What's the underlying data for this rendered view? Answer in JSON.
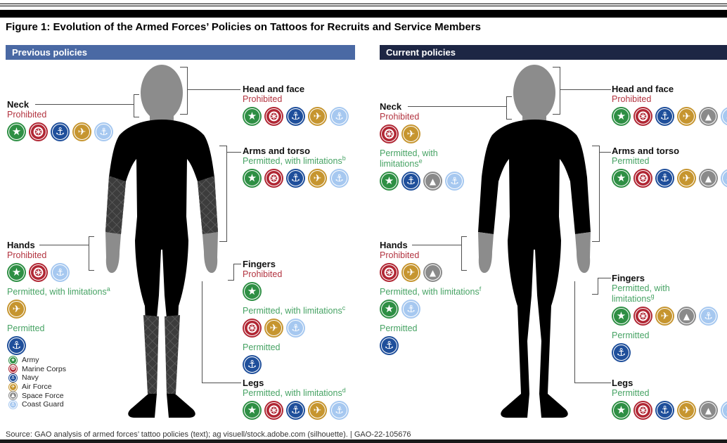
{
  "title": "Figure 1: Evolution of the Armed Forces’ Policies on Tattoos for Recruits and Service Members",
  "source": "Source: GAO analysis of armed forces’ tattoo policies (text); ag visuell/stock.adobe.com (silhouette).  |  GAO-22-105676",
  "colors": {
    "red": "#b2333f",
    "green": "#47a364",
    "line": "#4f4f4f",
    "body_black": "#000000",
    "body_gray": "#8c8c8c"
  },
  "branches": {
    "army": {
      "label": "Army",
      "icon": "star-in-circle",
      "glyph": "★",
      "color": "#2e8f44"
    },
    "marine_corps": {
      "label": "Marine Corps",
      "icon": "eagle-globe-anchor",
      "glyph": "⊛",
      "color": "#b02633"
    },
    "navy": {
      "label": "Navy",
      "icon": "anchor",
      "glyph": "⚓",
      "color": "#1f4f9b"
    },
    "air_force": {
      "label": "Air Force",
      "icon": "airplane",
      "glyph": "✈",
      "color": "#c6952f"
    },
    "space_force": {
      "label": "Space Force",
      "icon": "delta",
      "glyph": "▲",
      "color": "#8a8a8a"
    },
    "coast_guard": {
      "label": "Coast Guard",
      "icon": "crossed-anchors",
      "glyph": "⚓",
      "color": "#a6c8f0"
    }
  },
  "legend_order": [
    "army",
    "marine_corps",
    "navy",
    "air_force",
    "space_force",
    "coast_guard"
  ],
  "panels": [
    {
      "id": "previous",
      "header": "Previous policies",
      "header_color": "#4a69a4",
      "sections": [
        {
          "label": "Neck",
          "entries": [
            {
              "status": "Prohibited",
              "tone": "red",
              "branches": [
                "army",
                "marine_corps",
                "navy",
                "air_force",
                "coast_guard"
              ]
            }
          ]
        },
        {
          "label": "Head and face",
          "entries": [
            {
              "status": "Prohibited",
              "tone": "red",
              "branches": [
                "army",
                "marine_corps",
                "navy",
                "air_force",
                "coast_guard"
              ]
            }
          ]
        },
        {
          "label": "Arms and torso",
          "entries": [
            {
              "status": "Permitted, with limitations",
              "sup": "b",
              "tone": "green",
              "branches": [
                "army",
                "marine_corps",
                "navy",
                "air_force",
                "coast_guard"
              ]
            }
          ]
        },
        {
          "label": "Hands",
          "entries": [
            {
              "status": "Prohibited",
              "tone": "red",
              "branches": [
                "army",
                "marine_corps",
                "coast_guard"
              ]
            },
            {
              "status": "Permitted, with limitations",
              "sup": "a",
              "tone": "green",
              "branches": [
                "air_force"
              ]
            },
            {
              "status": "Permitted",
              "tone": "green",
              "branches": [
                "navy"
              ]
            }
          ]
        },
        {
          "label": "Fingers",
          "entries": [
            {
              "status": "Prohibited",
              "tone": "red",
              "branches": [
                "army"
              ]
            },
            {
              "status": "Permitted, with limitations",
              "sup": "c",
              "tone": "green",
              "branches": [
                "marine_corps",
                "air_force",
                "coast_guard"
              ]
            },
            {
              "status": "Permitted",
              "tone": "green",
              "branches": [
                "navy"
              ]
            }
          ]
        },
        {
          "label": "Legs",
          "entries": [
            {
              "status": "Permitted, with limitations",
              "sup": "d",
              "tone": "green",
              "branches": [
                "army",
                "marine_corps",
                "navy",
                "air_force",
                "coast_guard"
              ]
            }
          ]
        }
      ]
    },
    {
      "id": "current",
      "header": "Current policies",
      "header_color": "#1d2644",
      "sections": [
        {
          "label": "Neck",
          "entries": [
            {
              "status": "Prohibited",
              "tone": "red",
              "branches": [
                "marine_corps",
                "air_force"
              ]
            },
            {
              "status": "Permitted, with limitations",
              "sup": "e",
              "tone": "green",
              "branches": [
                "army",
                "navy",
                "space_force",
                "coast_guard"
              ]
            }
          ]
        },
        {
          "label": "Head and face",
          "entries": [
            {
              "status": "Prohibited",
              "tone": "red",
              "branches": [
                "army",
                "marine_corps",
                "navy",
                "air_force",
                "space_force",
                "coast_guard"
              ]
            }
          ]
        },
        {
          "label": "Arms and torso",
          "entries": [
            {
              "status": "Permitted",
              "tone": "green",
              "branches": [
                "army",
                "marine_corps",
                "navy",
                "air_force",
                "space_force",
                "coast_guard"
              ]
            }
          ]
        },
        {
          "label": "Hands",
          "entries": [
            {
              "status": "Prohibited",
              "tone": "red",
              "branches": [
                "marine_corps",
                "air_force",
                "space_force"
              ]
            },
            {
              "status": "Permitted, with limitations",
              "sup": "f",
              "tone": "green",
              "branches": [
                "army",
                "coast_guard"
              ]
            },
            {
              "status": "Permitted",
              "tone": "green",
              "branches": [
                "navy"
              ]
            }
          ]
        },
        {
          "label": "Fingers",
          "entries": [
            {
              "status": "Permitted, with limitations",
              "sup": "g",
              "tone": "green",
              "branches": [
                "army",
                "marine_corps",
                "air_force",
                "space_force",
                "coast_guard"
              ]
            },
            {
              "status": "Permitted",
              "tone": "green",
              "branches": [
                "navy"
              ]
            }
          ]
        },
        {
          "label": "Legs",
          "entries": [
            {
              "status": "Permitted",
              "tone": "green",
              "branches": [
                "army",
                "marine_corps",
                "navy",
                "air_force",
                "space_force",
                "coast_guard"
              ]
            }
          ]
        }
      ]
    }
  ]
}
